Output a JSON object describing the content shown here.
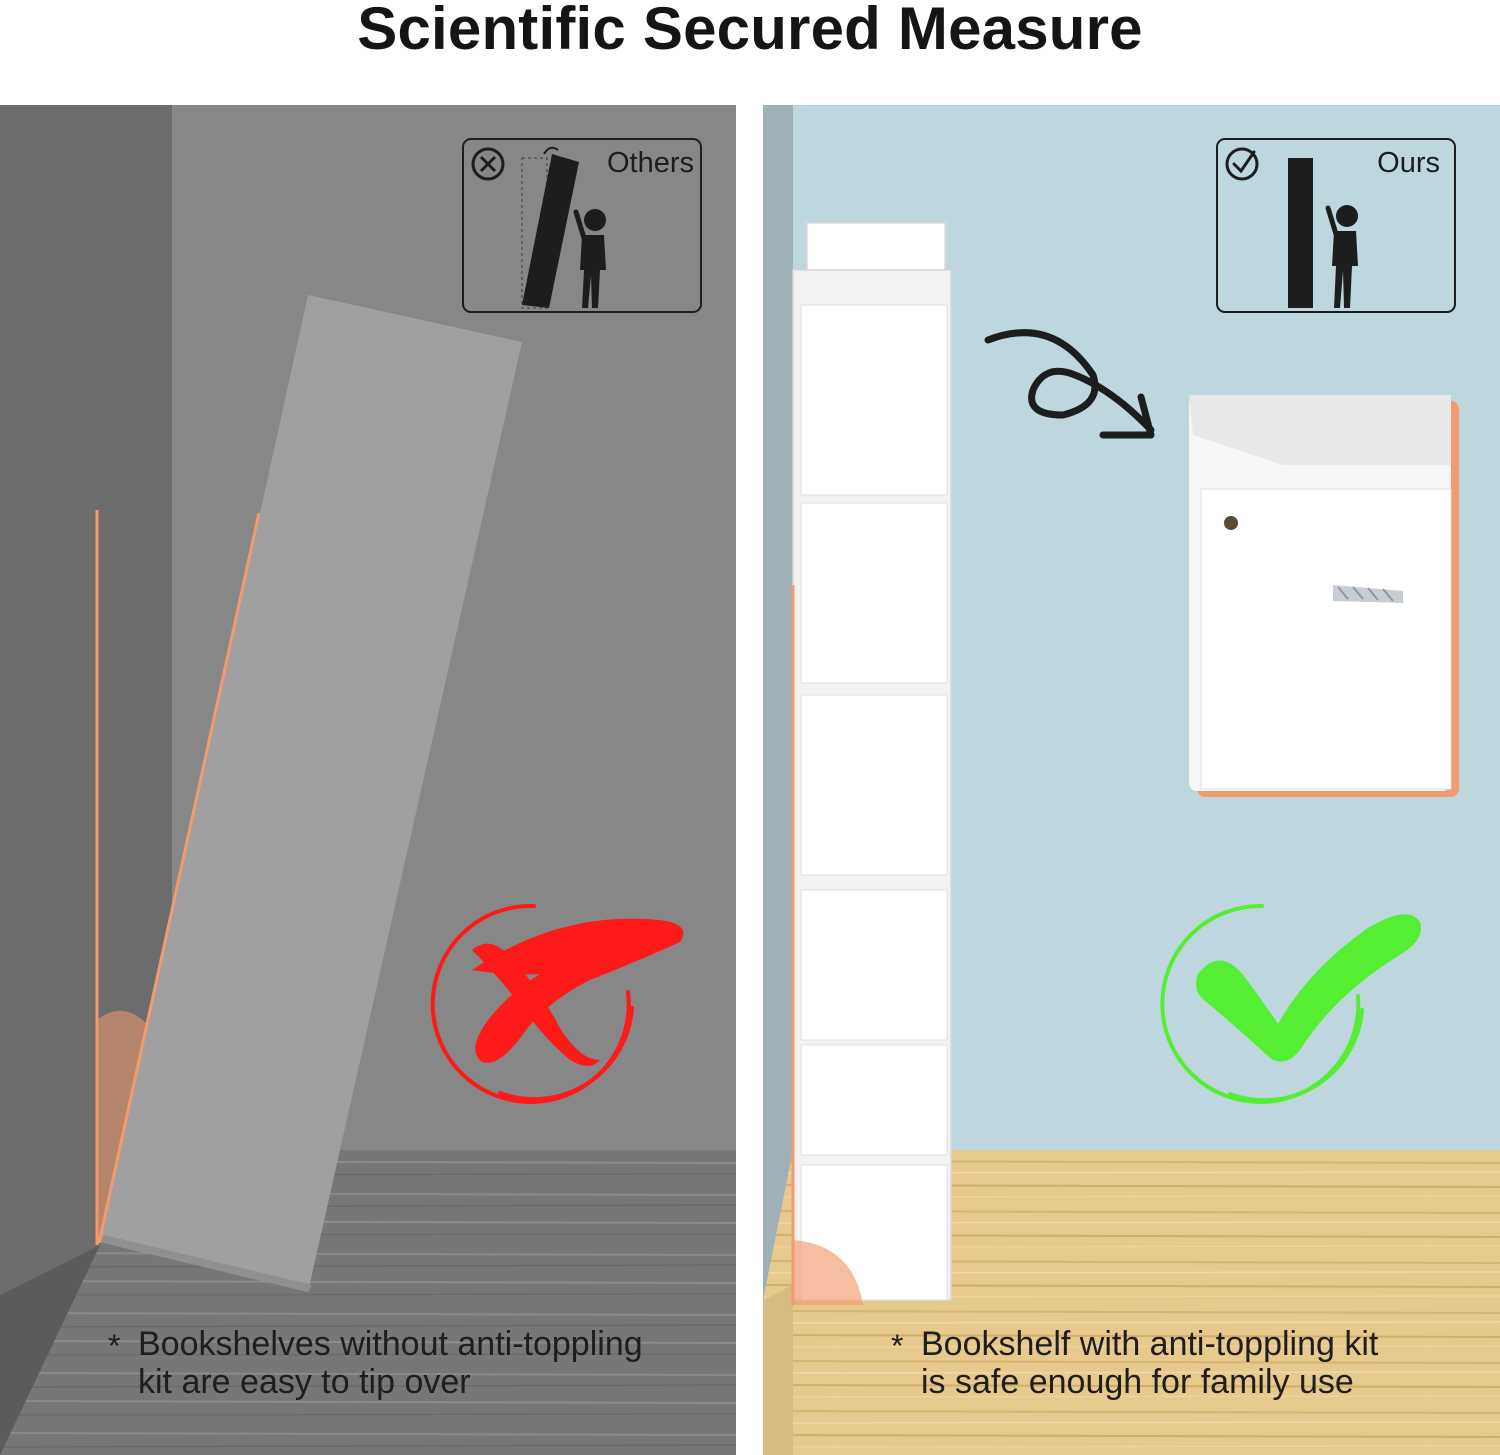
{
  "title": "Scientific Secured Measure",
  "left_panel": {
    "badge_label": "Others",
    "caption_marker": "*",
    "caption_line1": "Bookshelves without anti-toppling",
    "caption_line2": "kit are easy to tip over",
    "mark_icon": "red-x-mark"
  },
  "right_panel": {
    "badge_label": "Ours",
    "caption_marker": "*",
    "caption_line1": "Bookshelf with anti-toppling kit",
    "caption_line2": "is safe enough for family use",
    "mark_icon": "green-check-mark"
  },
  "colors": {
    "cross_red": "#ff1a1a",
    "check_green": "#55ee33",
    "accent_orange": "#f39a6e",
    "wall_blue": "#bed7de",
    "wall_gray": "#878787"
  }
}
